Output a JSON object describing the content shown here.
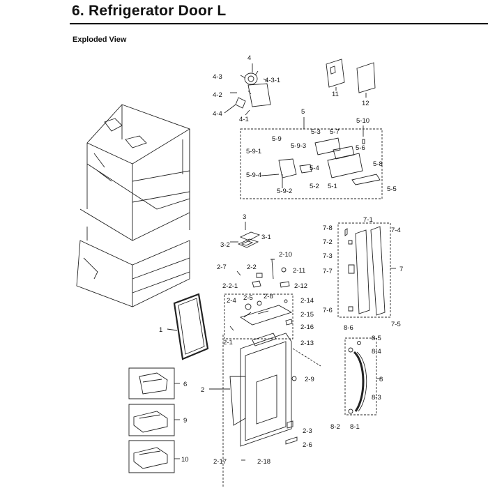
{
  "header": {
    "title": "6.  Refrigerator Door L",
    "subtitle": "Exploded View"
  },
  "part_labels": {
    "p4": "4",
    "p4_3": "4-3",
    "p4_3_1": "4-3-1",
    "p4_2": "4-2",
    "p4_4": "4-4",
    "p4_1": "4-1",
    "p11": "11",
    "p12": "12",
    "p5": "5",
    "p5_3": "5-3",
    "p5_7": "5-7",
    "p5_10": "5-10",
    "p5_9": "5-9",
    "p5_9_3": "5-9-3",
    "p5_9_1": "5-9-1",
    "p5_6": "5-6",
    "p5_8": "5-8",
    "p5_4": "5-4",
    "p5_9_4": "5-9-4",
    "p5_2": "5-2",
    "p5_1": "5-1",
    "p5_9_2": "5-9-2",
    "p5_5": "5-5",
    "p3": "3",
    "p3_1": "3-1",
    "p3_2": "3-2",
    "p2_10": "2-10",
    "p2_7": "2-7",
    "p2_2": "2-2",
    "p2_11": "2-11",
    "p2_2_1": "2-2-1",
    "p2_12": "2-12",
    "p2_4": "2-4",
    "p2_5": "2-5",
    "p2_8": "2-8",
    "p2_14": "2-14",
    "p2_15": "2-15",
    "p2_16": "2-16",
    "p2_1": "2-1",
    "p2_13": "2-13",
    "p2_9": "2-9",
    "p2": "2",
    "p2_3": "2-3",
    "p2_6": "2-6",
    "p2_17": "2-17",
    "p2_18": "2-18",
    "p1": "1",
    "p7_1": "7-1",
    "p7_8": "7-8",
    "p7_4": "7-4",
    "p7_2": "7-2",
    "p7_3": "7-3",
    "p7": "7",
    "p7_7": "7-7",
    "p7_6": "7-6",
    "p7_5": "7-5",
    "p8_6": "8-6",
    "p8_5": "8-5",
    "p8_4": "8-4",
    "p8": "8",
    "p8_3": "8-3",
    "p8_2": "8-2",
    "p8_1": "8-1",
    "p6": "6",
    "p9": "9",
    "p10": "10"
  }
}
